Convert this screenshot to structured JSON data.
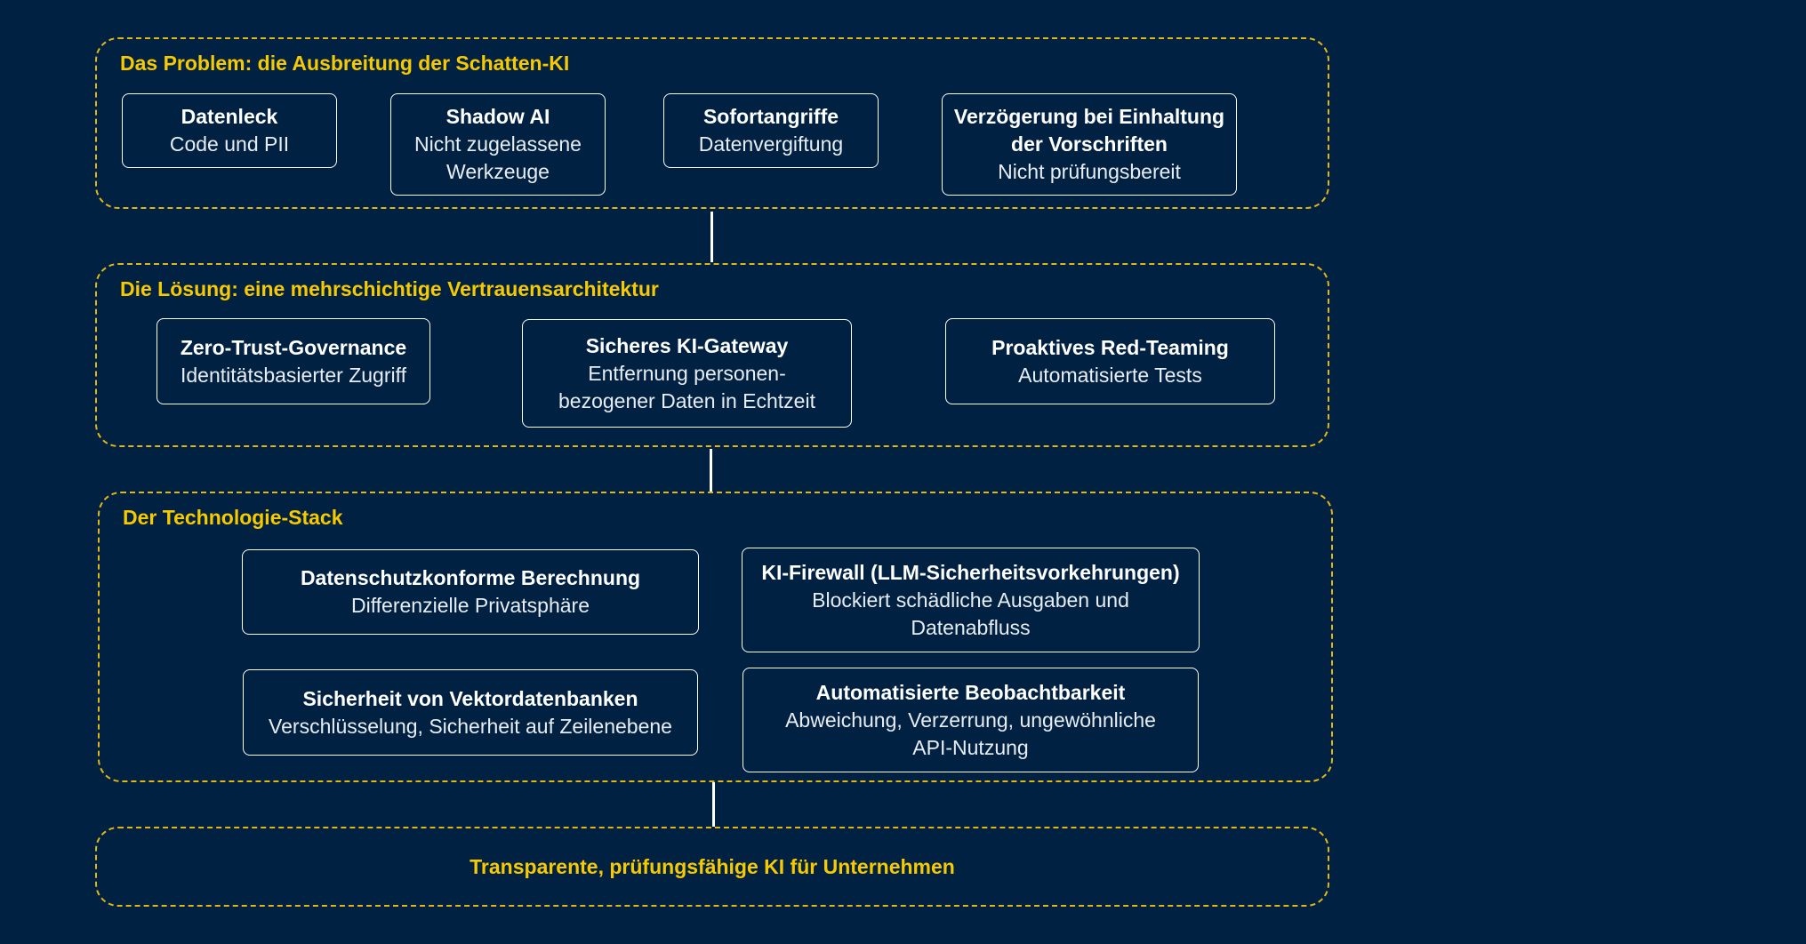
{
  "problem": {
    "title": "Das Problem: die Ausbreitung der Schatten-KI",
    "cards": [
      {
        "title": "Datenleck",
        "subtitle": "Code und PII"
      },
      {
        "title": "Shadow AI",
        "subtitle": "Nicht zugelassene Werkzeuge"
      },
      {
        "title": "Sofortangriffe",
        "subtitle": "Datenvergiftung"
      },
      {
        "title": "Verzögerung bei Einhaltung der Vorschriften",
        "subtitle": "Nicht prüfungsbereit"
      }
    ]
  },
  "solution": {
    "title": "Die Lösung: eine mehrschichtige Vertrauensarchitektur",
    "cards": [
      {
        "title": "Zero-Trust-Governance",
        "subtitle": "Identitätsbasierter Zugriff"
      },
      {
        "title": "Sicheres KI-Gateway",
        "subtitle": "Entfernung personen­bezogener Daten in Echtzeit"
      },
      {
        "title": "Proaktives Red-Teaming",
        "subtitle": "Automatisierte Tests"
      }
    ]
  },
  "stack": {
    "title": "Der Technologie-Stack",
    "cards": [
      {
        "title": "Datenschutzkonforme Berechnung",
        "subtitle": "Differenzielle Privatsphäre"
      },
      {
        "title": "KI-Firewall (LLM-Sicherheitsvorkehrungen)",
        "subtitle": "Blockiert schädliche Ausgaben und Datenabfluss"
      },
      {
        "title": "Sicherheit von Vektordatenbanken",
        "subtitle": "Verschlüsselung, Sicherheit auf Zeilenebene"
      },
      {
        "title": "Automatisierte Beobachtbarkeit",
        "subtitle": "Abweichung, Verzerrung, ungewöhnliche API-Nutzung"
      }
    ]
  },
  "result": {
    "text": "Transparente, prüfungsfähige KI für Unternehmen"
  },
  "colors": {
    "background": "#002142",
    "accent": "#f6c900",
    "border_dashed": "#e2b714",
    "card_border": "#ffffff"
  }
}
